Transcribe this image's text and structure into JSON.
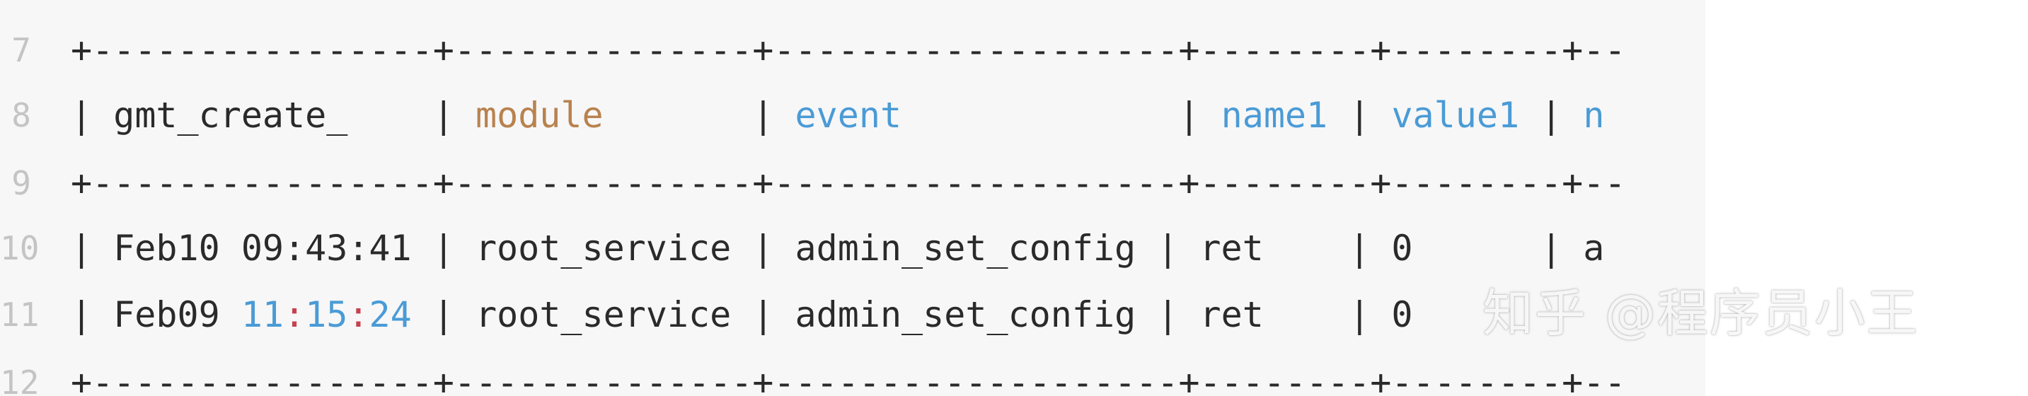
{
  "lines": [
    {
      "num": "7",
      "text": "+----------------+--------------+-------------------+--------+--------+--"
    },
    {
      "num": "8",
      "pipe1": "| ",
      "col1": "gmt_create_",
      "pad1": "    | ",
      "col2": "module",
      "pad2": "       | ",
      "col3": "event",
      "pad3": "             | ",
      "col4": "name1",
      "pad4": " | ",
      "col5": "value1",
      "pad5": " | ",
      "col6": "n"
    },
    {
      "num": "9",
      "text": "+----------------+--------------+-------------------+--------+--------+--"
    },
    {
      "num": "10",
      "text": "| Feb10 09:43:41 | root_service | admin_set_config | ret    | 0      | a"
    },
    {
      "num": "11",
      "prefix": "| Feb09 ",
      "h": "11",
      "c1": ":",
      "m": "15",
      "c2": ":",
      "s": "24",
      "suffix": " | root_service | admin_set_config | ret    | 0"
    },
    {
      "num": "12",
      "text": "+----------------+--------------+-------------------+--------+--------+--"
    }
  ],
  "watermark": "知乎 @程序员小王"
}
